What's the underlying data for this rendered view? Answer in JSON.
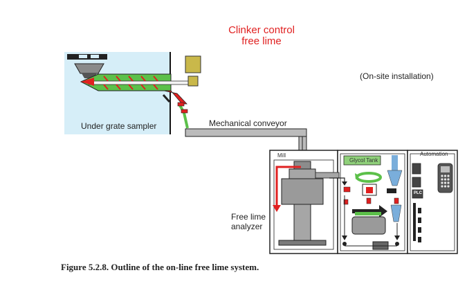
{
  "title": {
    "line1": "Clinker control",
    "line2": "free lime"
  },
  "labels": {
    "onsite": "(On-site installation)",
    "sampler": "Under grate sampler",
    "conveyor": "Mechanical conveyor",
    "analyzer_line1": "Free lime",
    "analyzer_line2": "analyzer",
    "mill": "Mill",
    "glycol_tank": "Glycol Tank",
    "automation": "Automation",
    "plc": "PLC"
  },
  "caption": "Figure 5.2.8. Outline of the on-line free lime system.",
  "colors": {
    "title": "#e02020",
    "sampler_bg": "#d6eef8",
    "auger_green": "#5cc04a",
    "arrow_red": "#e02020",
    "machine_gray": "#9a9a9a",
    "glycol_green": "#8fd07a",
    "hopper_blue": "#7aaedb"
  }
}
